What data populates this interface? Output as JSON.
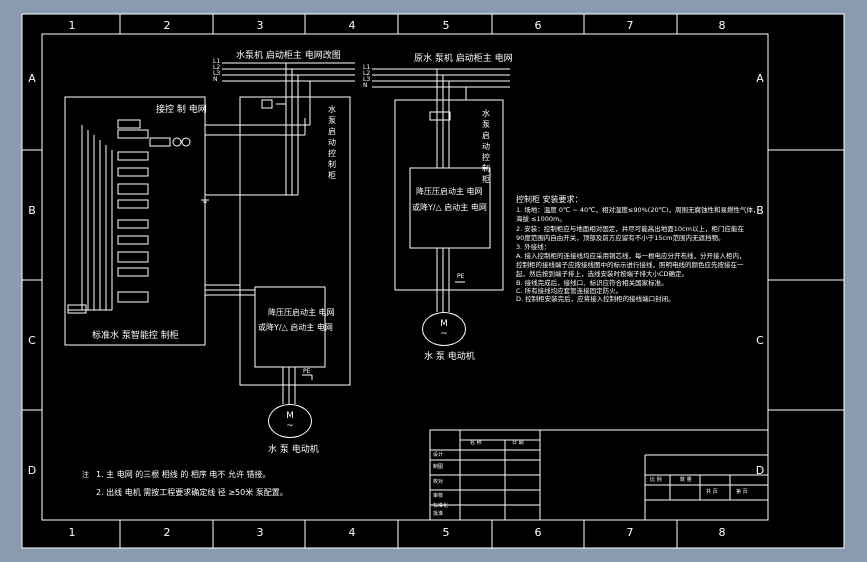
{
  "frame": {
    "columns": [
      "1",
      "2",
      "3",
      "4",
      "5",
      "6",
      "7",
      "8"
    ],
    "rows": [
      "A",
      "B",
      "C",
      "D"
    ]
  },
  "left_diagram": {
    "title": "水泵机 启动柜主 电网改图",
    "bus_labels": [
      "L1",
      "L2",
      "L3",
      "N"
    ],
    "control_box_title": "接控 制 电网",
    "control_box_caption": "标准水 泵智能控 制柜",
    "cabinet_vertical_label": "水泵启动控制柜",
    "starter_line1": "降压压启动主 电网",
    "starter_line2": "或降Y/△ 启动主 电网",
    "motor_symbol": "M",
    "motor_sub": "~",
    "motor_label": "水 泵 电动机",
    "pe_label": "PE"
  },
  "right_diagram": {
    "title": "原水 泵机 启动柜主 电网",
    "bus_labels": [
      "L1",
      "L2",
      "L3",
      "N"
    ],
    "cabinet_vertical_label": "水泵启动控制柜",
    "starter_line1": "降压压启动主 电网",
    "starter_line2": "或降Y/△ 启动主 电网",
    "motor_symbol": "M",
    "motor_sub": "~",
    "motor_label": "水 泵 电动机",
    "pe_label": "PE"
  },
  "requirements": {
    "title": "控制柜 安装要求：",
    "lines": [
      "1. 场地：温度 0℃ ~ 40℃，相对湿度≤90%(20℃)，周围无腐蚀性和易燃性气体，",
      "   海拔 ≤1000m。",
      "2. 安装：控制柜应与地面相对固定，并尽可能高出地面10cm以上，柜门应能在",
      "   90度范围内自由开关，顶部及前方应留有不小于15cm范围内无遮挡物。",
      "3. 外接线：",
      "  A. 接入控制柜的连接线均应采用铜芯线，每一根电应分开布线，分开接入柜内，",
      "     控制柜的接线端子应按接线图中的标示进行接线，照明电线的颜色应先按接在一",
      "     起，然后按到端子排上，选线安装时按端子排大小CD确定。",
      "  B. 接线完成后，接线口、标识应符合相关国家标准。",
      "  C. 所有接线均应套管连接固定防火。",
      "  D. 控制柜安装完后，应将接入控制柜的接线端口封闭。"
    ]
  },
  "notes": {
    "prefix": "注",
    "line1": "1. 主 电网 的三根 相线 的 相序 电不 允许 错接。",
    "line2": "2. 出线 电机 需按工程要求确定线 径 ≥50米 泵配置。"
  },
  "title_block": {
    "header_cells": [
      "名    称",
      "日    期"
    ],
    "left_labels": [
      "设计",
      "制图",
      "校对",
      "审核",
      "标准化",
      "批准"
    ],
    "right_cells": [
      "比    例",
      "数   量",
      "共  页",
      "第  页"
    ]
  }
}
